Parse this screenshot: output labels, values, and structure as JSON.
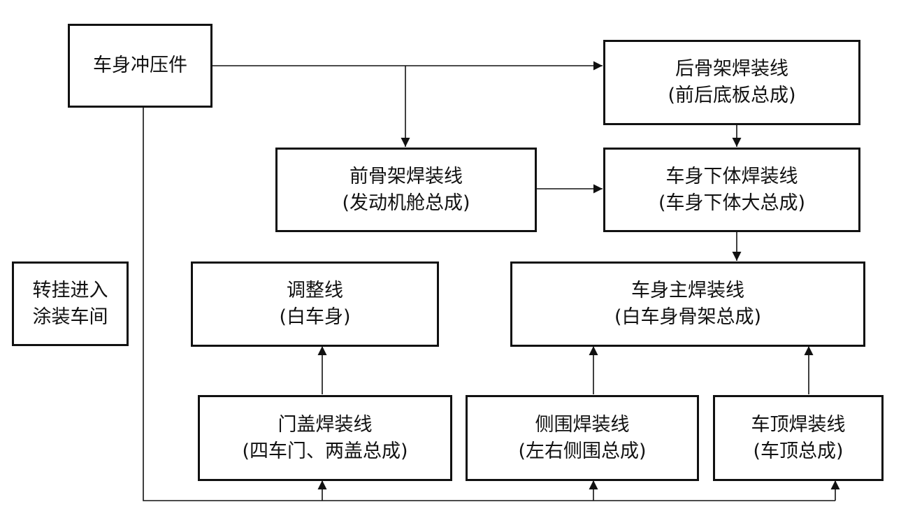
{
  "diagram": {
    "stamping": {
      "line1": "车身冲压件"
    },
    "rear_frame": {
      "line1": "后骨架焊装线",
      "line2": "(前后底板总成)"
    },
    "front_frame": {
      "line1": "前骨架焊装线",
      "line2": "(发动机舱总成)"
    },
    "underbody": {
      "line1": "车身下体焊装线",
      "line2": "(车身下体大总成)"
    },
    "transfer": {
      "line1": "转挂进入",
      "line2": "涂装车间"
    },
    "adjust": {
      "line1": "调整线",
      "line2": "(白车身)"
    },
    "main_weld": {
      "line1": "车身主焊装线",
      "line2": "(白车身骨架总成)"
    },
    "doors": {
      "line1": "门盖焊装线",
      "line2": "(四车门、两盖总成)"
    },
    "side": {
      "line1": "侧围焊装线",
      "line2": "(左右侧围总成)"
    },
    "roof": {
      "line1": "车顶焊装线",
      "line2": "(车顶总成)"
    }
  }
}
